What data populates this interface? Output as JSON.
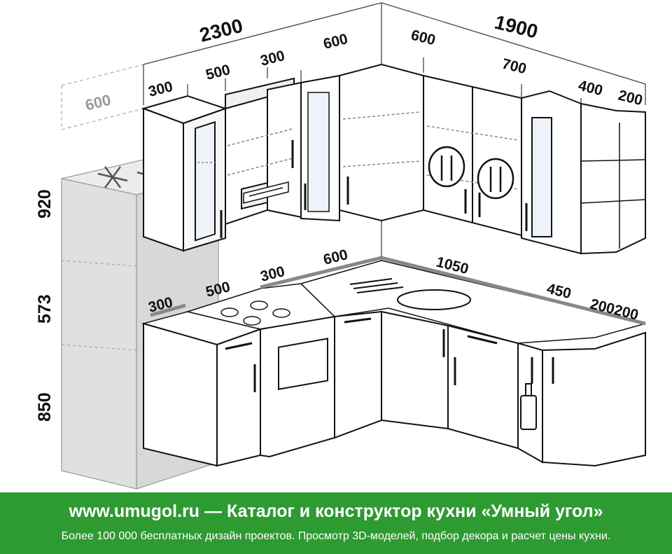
{
  "dimensions": {
    "wall_left_total": "2300",
    "wall_right_total": "1900",
    "fridge_depth": "600",
    "upper_left": [
      "300",
      "500",
      "300",
      "600"
    ],
    "upper_right": [
      "600",
      "700",
      "400",
      "200"
    ],
    "lower_left": [
      "300",
      "500",
      "300",
      "600"
    ],
    "lower_right": [
      "1050",
      "450",
      "200200"
    ],
    "heights": [
      "920",
      "573",
      "850"
    ]
  },
  "banner": {
    "site": "www.umugol.ru",
    "dash": " — ",
    "title": "Каталог и конструктор кухни «Умный угол»",
    "subtitle": "Более 100 000 бесплатных дизайн проектов. Просмотр 3D-моделей, подбор декора и расчет цены кухни."
  },
  "colors": {
    "banner_bg": "#2e9a32",
    "line": "#111111",
    "dim_line": "#999999",
    "fridge": "#e3e3e3"
  }
}
